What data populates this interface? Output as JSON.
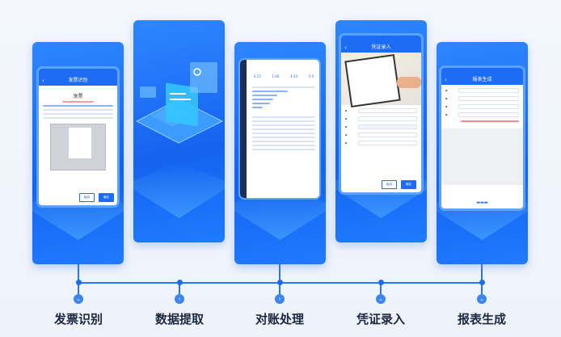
{
  "steps": [
    {
      "label": "发票识别",
      "icon": "chevron-down-icon",
      "glyph": "⌄"
    },
    {
      "label": "数据提取",
      "icon": "chevron-right-icon",
      "glyph": "›"
    },
    {
      "label": "对账处理",
      "icon": "chevron-right-icon",
      "glyph": "›"
    },
    {
      "label": "凭证录入",
      "icon": "chevron-down-icon",
      "glyph": "⌄"
    },
    {
      "label": "报表生成",
      "icon": "chevron-down-icon",
      "glyph": "⌄"
    }
  ],
  "phone1": {
    "title": "发票识别",
    "invoice": "发票",
    "cancel": "取消",
    "confirm": "确定"
  },
  "phone3": {
    "stats": [
      "0.15",
      "1.00",
      "4.33",
      "5.0"
    ]
  },
  "phone4": {
    "title": "凭证录入",
    "cancel": "取消",
    "confirm": "确定"
  },
  "phone5": {
    "title": "报表生成"
  },
  "colors": {
    "accent": "#1c6cf5"
  }
}
